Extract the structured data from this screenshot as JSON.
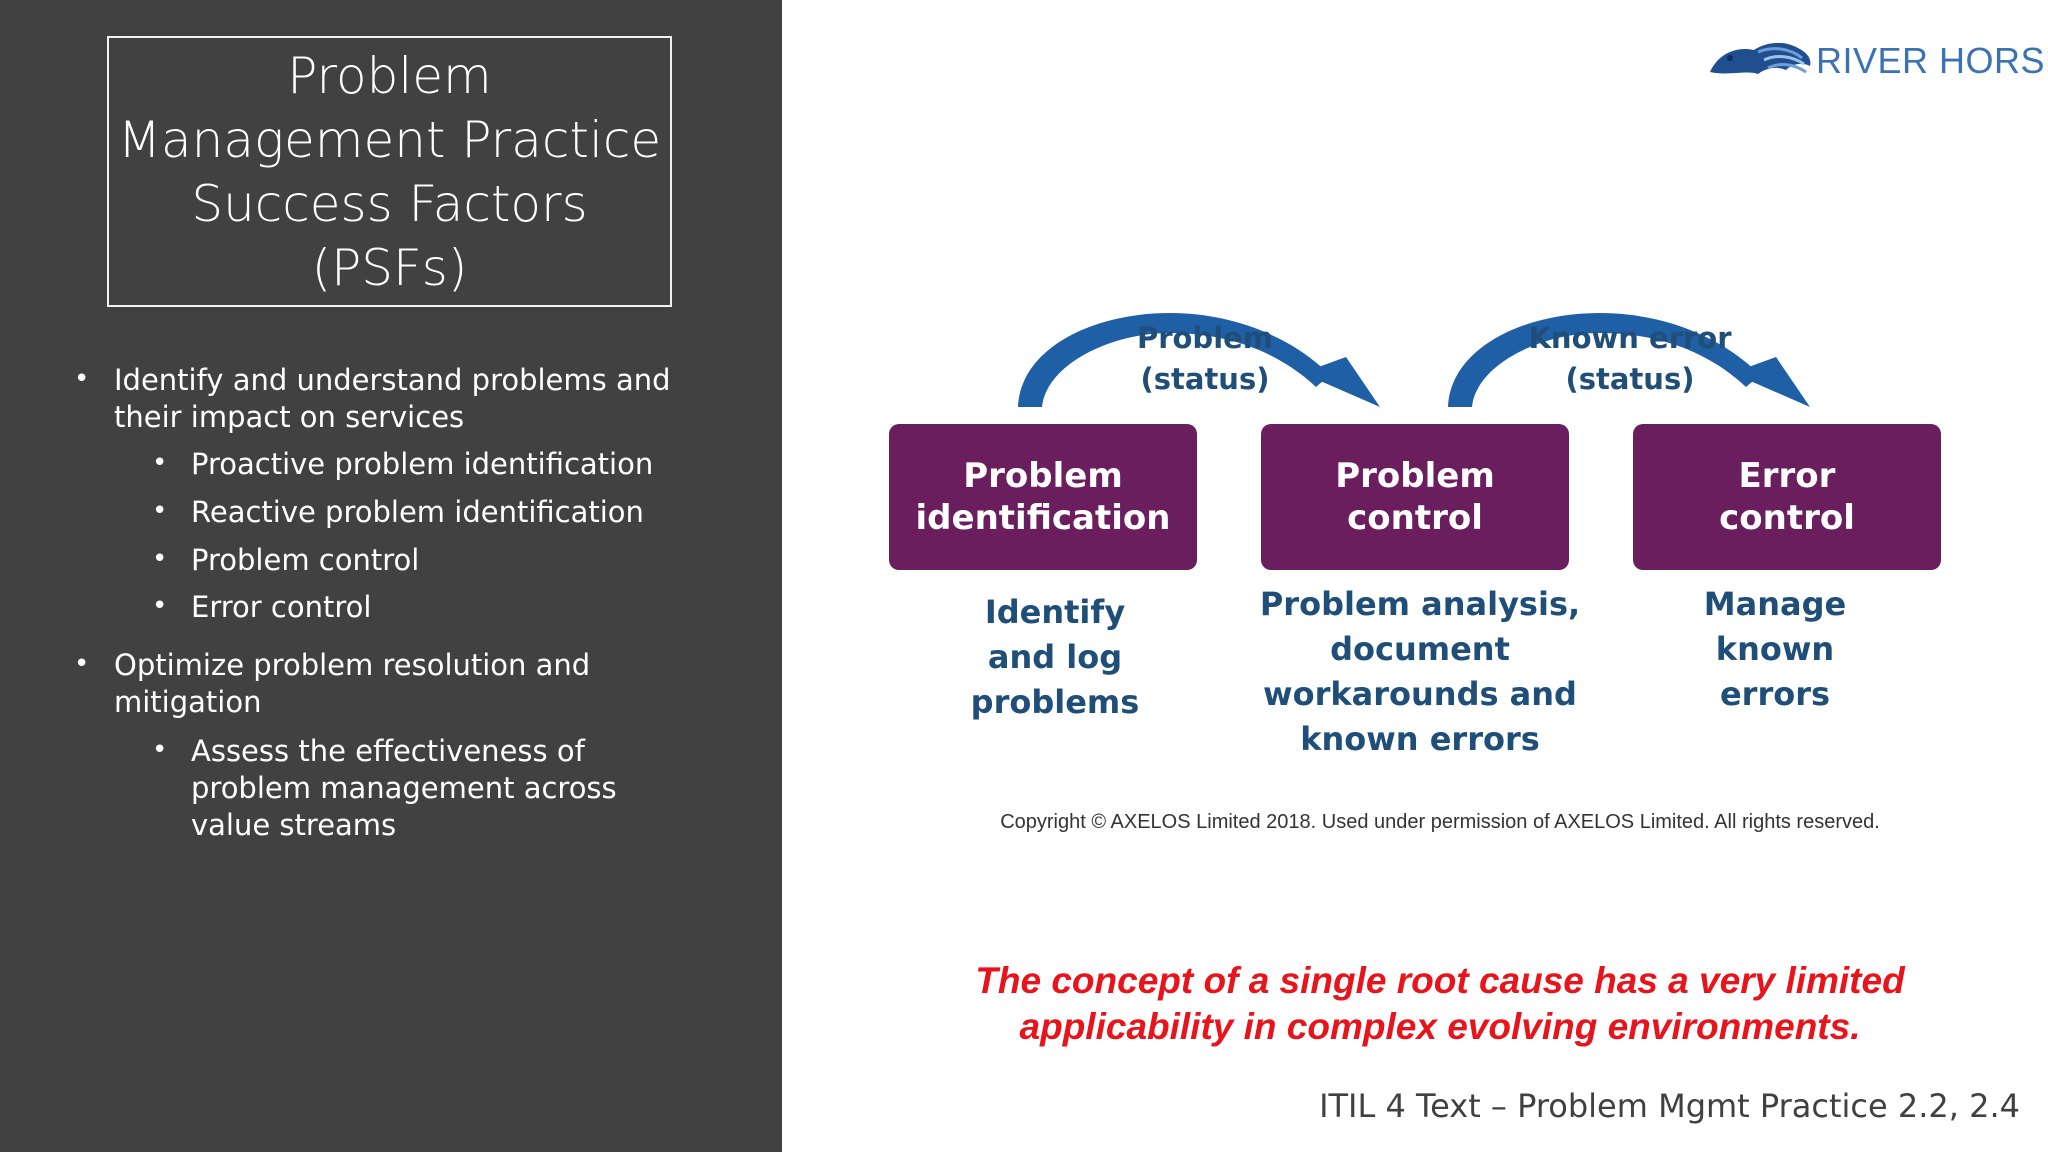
{
  "left_panel": {
    "title_lines": [
      "Problem",
      "Management Practice",
      "Success Factors (PSFs)"
    ],
    "bullets": [
      {
        "text_lines": [
          "Identify and understand problems and",
          "their impact on services"
        ],
        "sub": [
          {
            "text_lines": [
              "Proactive problem identification"
            ]
          },
          {
            "text_lines": [
              "Reactive problem identification"
            ]
          },
          {
            "text_lines": [
              "Problem control"
            ]
          },
          {
            "text_lines": [
              "Error control"
            ]
          }
        ]
      },
      {
        "text_lines": [
          "Optimize problem resolution and",
          "mitigation"
        ],
        "sub": [
          {
            "text_lines": [
              "Assess the effectiveness of",
              "problem management across",
              "value streams"
            ]
          }
        ]
      }
    ]
  },
  "logo": {
    "text": "RIVER HORSE"
  },
  "diagram": {
    "stages": [
      {
        "title_lines": [
          "Problem",
          "identification"
        ],
        "desc_lines": [
          "Identify",
          "and log",
          "problems"
        ]
      },
      {
        "title_lines": [
          "Problem",
          "control"
        ],
        "desc_lines": [
          "Problem analysis,",
          "document",
          "workarounds and",
          "known errors"
        ]
      },
      {
        "title_lines": [
          "Error",
          "control"
        ],
        "desc_lines": [
          "Manage",
          "known",
          "errors"
        ]
      }
    ],
    "status_labels": [
      {
        "lines": [
          "Problem",
          "(status)"
        ]
      },
      {
        "lines": [
          "Known error",
          "(status)"
        ]
      }
    ],
    "colors": {
      "box": "#6a1e5e",
      "text": "#1f4e79",
      "arrow": "#1f5fa6"
    }
  },
  "copyright": "Copyright © AXELOS Limited 2018. Used under permission of AXELOS Limited. All rights reserved.",
  "quote_lines": [
    "The concept of a single root cause has a very limited",
    "applicability in complex evolving environments."
  ],
  "footer": "ITIL 4 Text –  Problem Mgmt Practice 2.2, 2.4"
}
